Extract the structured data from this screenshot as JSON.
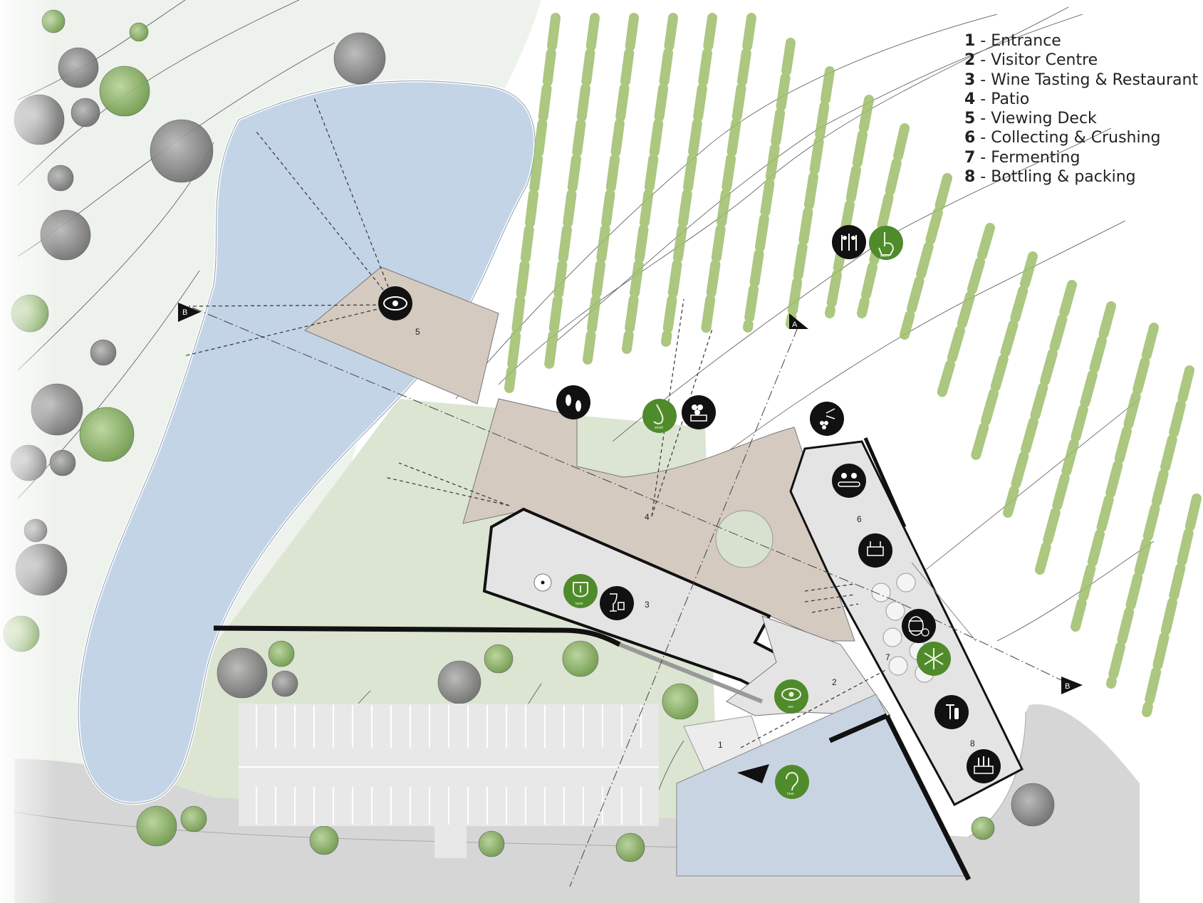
{
  "legend": [
    {
      "number": "1",
      "label": "Entrance"
    },
    {
      "number": "2",
      "label": "Visitor Centre"
    },
    {
      "number": "3",
      "label": "Wine Tasting & Restaurant"
    },
    {
      "number": "4",
      "label": "Patio"
    },
    {
      "number": "5",
      "label": "Viewing Deck"
    },
    {
      "number": "6",
      "label": "Collecting & Crushing"
    },
    {
      "number": "7",
      "label": "Fermenting"
    },
    {
      "number": "8",
      "label": "Bottling & packing"
    }
  ],
  "section_markers": {
    "a": "A",
    "b": "B"
  },
  "sense_captions": {
    "touch": "touch",
    "smell": "smell",
    "taste": "taste",
    "see": "see",
    "hear": "hear"
  },
  "icons": [
    "eye-icon",
    "footprints-icon",
    "nose-icon",
    "grapes-basket-icon",
    "vine-icon",
    "hand-touch-icon",
    "scissors-grapes-icon",
    "sorting-conveyor-icon",
    "crusher-icon",
    "tongue-icon",
    "wine-glass-icon",
    "barrel-clock-icon",
    "snowflake-icon",
    "corkscrew-icon",
    "bottles-crate-icon",
    "ear-icon"
  ],
  "colors": {
    "water": "#c3d4e6",
    "lawn": "#dbe5d2",
    "deck": "#d5cac0",
    "building": "#e4e4e4",
    "road": "#d3d3d3",
    "vine": "#9dbe6a",
    "sense_green": "#4f8a2b",
    "process_black": "#111111"
  }
}
